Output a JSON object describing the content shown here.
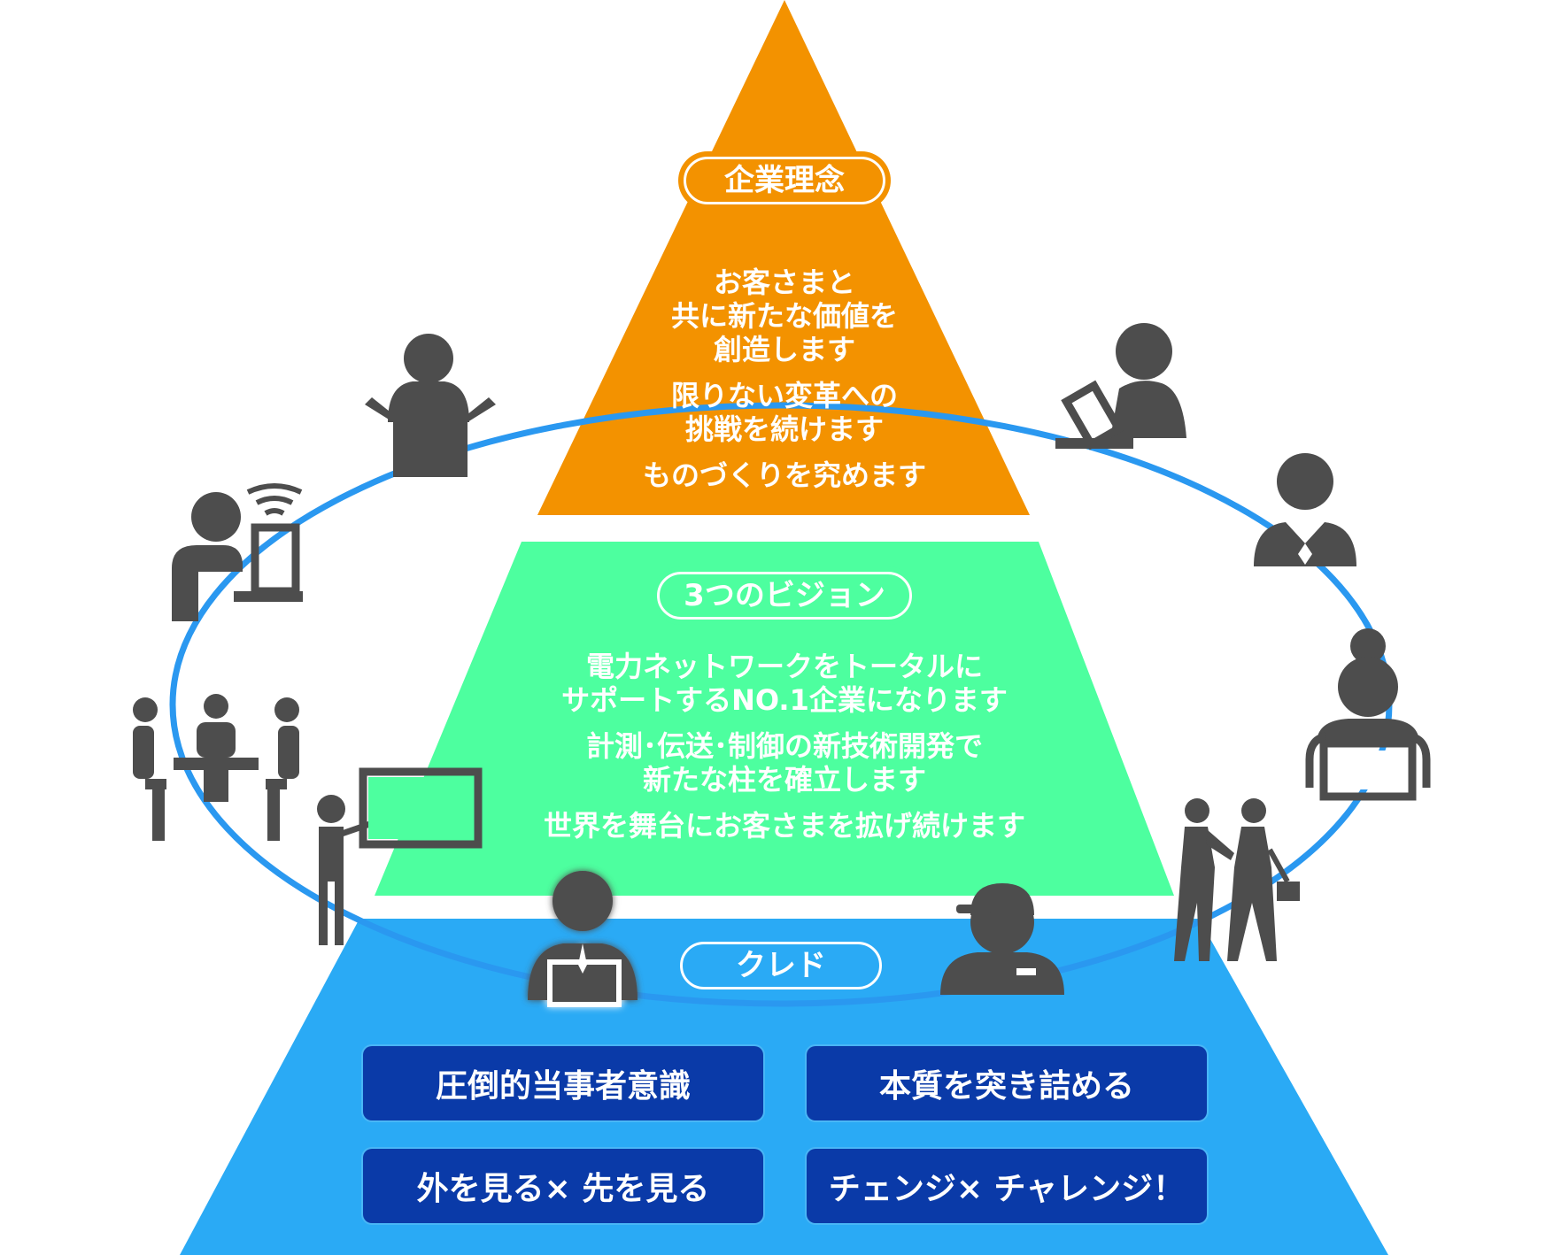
{
  "colors": {
    "tier_top": "#f39200",
    "tier_middle": "#4dff9f",
    "tier_bottom": "#2aaaf5",
    "credo_box": "#0a3aa8",
    "ring": "#2a98f0",
    "icon": "#4d4d4d"
  },
  "philosophy": {
    "label": "企業理念",
    "line1": "お客さまと",
    "line2": "共に新たな価値を",
    "line3": "創造します",
    "line4": "限りない変革への",
    "line5": "挑戦を続けます",
    "line6": "ものづくりを究めます"
  },
  "vision": {
    "label": "3つのビジョン",
    "line1": "電力ネットワークをトータルに",
    "line2": "サポートするNO.1企業になります",
    "line3": "計測･伝送･制御の新技術開発で",
    "line4": "新たな柱を確立します",
    "line5": "世界を舞台にお客さまを拡げ続けます"
  },
  "credo": {
    "label": "クレド",
    "items": [
      "圧倒的当事者意識",
      "本質を突き詰める",
      "外を見る× 先を見る",
      "チェンジ× チャレンジ！"
    ]
  },
  "icons": [
    "box-person-icon",
    "tablet-person-icon",
    "businessman-icon",
    "wifi-laptop-person-icon",
    "office-worker-icon",
    "meeting-icon",
    "presenter-icon",
    "laptop-worker-icon",
    "cap-worker-icon",
    "handshake-icon"
  ]
}
